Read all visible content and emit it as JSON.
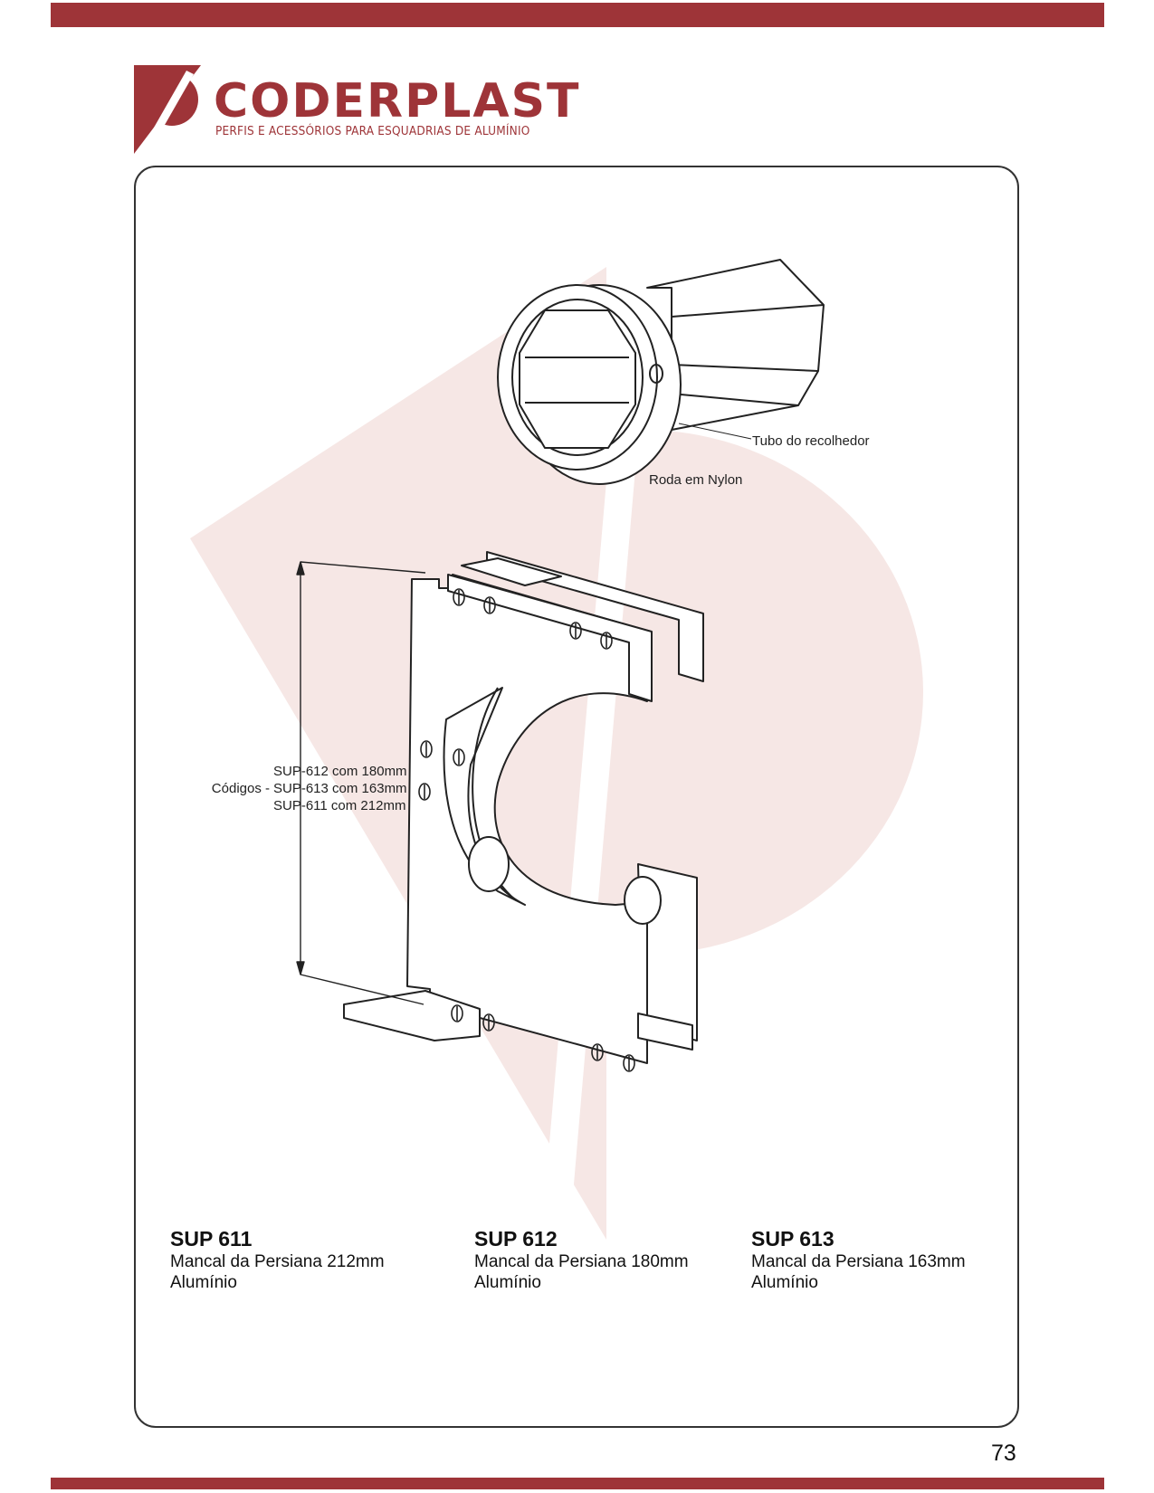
{
  "theme": {
    "brand_color": "#9e3438",
    "watermark_color": "#f6e7e5",
    "line_color": "#222222"
  },
  "header": {
    "brand_name": "CODERPLAST",
    "tagline": "PERFIS E ACESSÓRIOS PARA ESQUADRIAS DE ALUMÍNIO"
  },
  "drawing": {
    "label_tube": "Tubo do recolhedor",
    "label_wheel": "Roda em Nylon",
    "codes_prefix": "Códigos -",
    "codes": [
      "SUP-612 com 180mm",
      "SUP-613 com 163mm",
      "SUP-611 com 212mm"
    ]
  },
  "products": [
    {
      "code": "SUP 611",
      "description": "Mancal da Persiana 212mm",
      "material": "Alumínio"
    },
    {
      "code": "SUP 612",
      "description": "Mancal da Persiana 180mm",
      "material": "Alumínio"
    },
    {
      "code": "SUP 613",
      "description": "Mancal da Persiana 163mm",
      "material": "Alumínio"
    }
  ],
  "page_number": "73"
}
